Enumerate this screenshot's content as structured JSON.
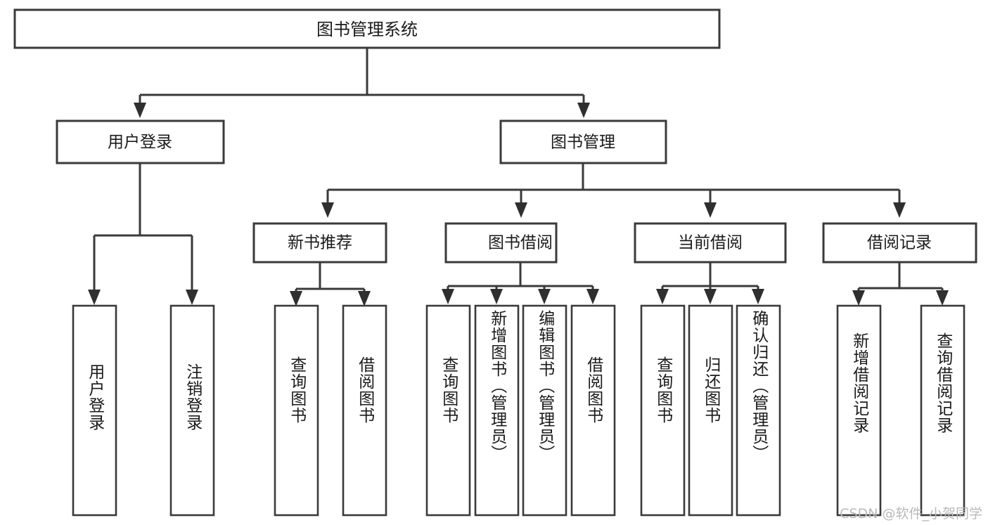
{
  "diagram": {
    "type": "tree-hierarchy-chart",
    "title_node": {
      "label": "图书管理系统"
    },
    "level1": [
      {
        "id": "user-login",
        "label": "用户登录"
      },
      {
        "id": "book-management",
        "label": "图书管理"
      }
    ],
    "level2": [
      {
        "id": "new-book-recommend",
        "label": "新书推荐",
        "parent": "book-management"
      },
      {
        "id": "book-borrow",
        "label": "图书借阅",
        "parent": "book-management"
      },
      {
        "id": "current-borrow",
        "label": "当前借阅",
        "parent": "book-management"
      },
      {
        "id": "borrow-record",
        "label": "借阅记录",
        "parent": "book-management"
      }
    ],
    "leaves": {
      "user_login": [
        {
          "id": "leaf-user-login",
          "label": "用户登录"
        },
        {
          "id": "leaf-logout-login",
          "label": "注销登录"
        }
      ],
      "new_book_recommend": [
        {
          "id": "leaf-query-book-1",
          "label": "查询图书"
        },
        {
          "id": "leaf-borrow-book-1",
          "label": "借阅图书"
        }
      ],
      "book_borrow": [
        {
          "id": "leaf-query-book-2",
          "label": "查询图书"
        },
        {
          "id": "leaf-add-book",
          "label": "新增图书（管理员）"
        },
        {
          "id": "leaf-edit-book",
          "label": "编辑图书（管理员）"
        },
        {
          "id": "leaf-borrow-book-2",
          "label": "借阅图书"
        }
      ],
      "current_borrow": [
        {
          "id": "leaf-query-book-3",
          "label": "查询图书"
        },
        {
          "id": "leaf-return-book",
          "label": "归还图书"
        },
        {
          "id": "leaf-confirm-return",
          "label": "确认归还（管理员）"
        }
      ],
      "borrow_record": [
        {
          "id": "leaf-add-record",
          "label": "新增借阅记录"
        },
        {
          "id": "leaf-query-record",
          "label": "查询借阅记录"
        }
      ]
    },
    "watermark": {
      "text": "CSDN @软件_小贺同学"
    },
    "colors": {
      "background": "#ffffff",
      "box_fill": "#ffffff",
      "box_stroke": "#3a3a3a",
      "connector": "#3a3a3a",
      "text": "#1a1a1a",
      "watermark": "#b9b9b9"
    }
  }
}
